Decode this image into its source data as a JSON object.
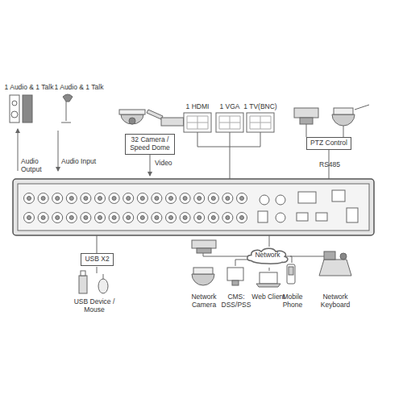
{
  "diagram": {
    "nodes": [
      {
        "text": [
          "32 Camera / Speed Dome"
        ]
      },
      {
        "text": [
          "PTZ Control"
        ]
      },
      {
        "text": [
          "USB X2"
        ]
      },
      {
        "text": [
          "Network"
        ]
      }
    ],
    "labels": [
      "1 Audio & 1 Talk",
      "1 Audio & 1 Talk",
      "Audio Output",
      "Audio Input",
      "Video",
      "1 HDMI",
      "1 VGA",
      "1 TV(BNC)",
      "RS485",
      "USB Device / Mouse",
      "Network Camera",
      "CMS: DSS/PSS",
      "Web Client",
      "Mobile Phone",
      "Network Keyboard"
    ]
  }
}
